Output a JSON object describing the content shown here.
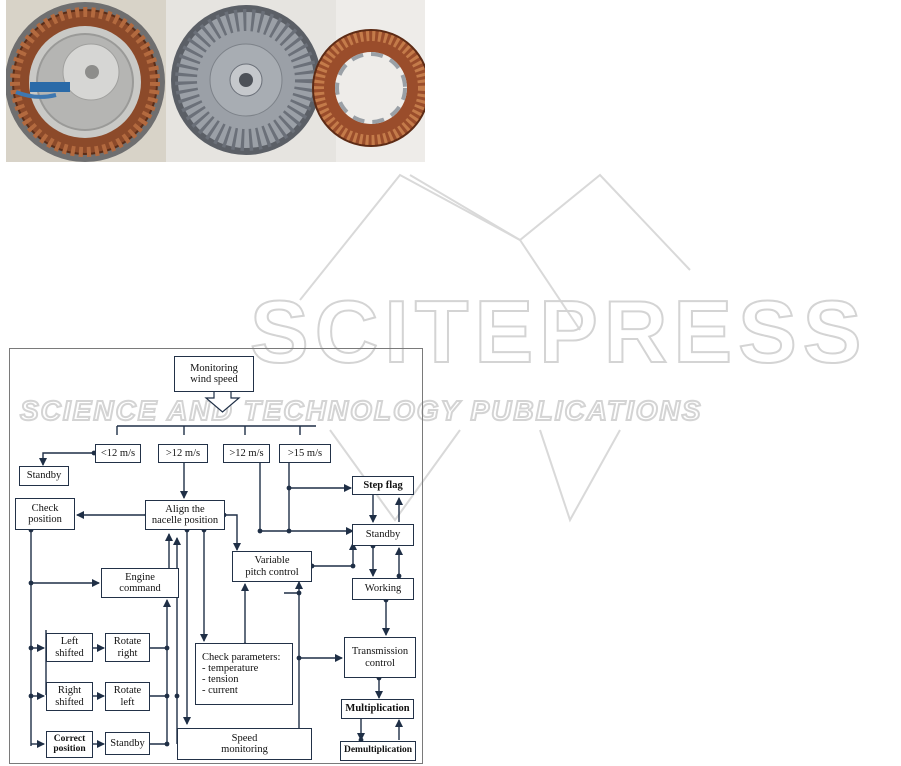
{
  "colors": {
    "copper": "#8a4a2c",
    "steel": "#7d8289",
    "line": "#1f2f46",
    "watermark": "#d4d4d4"
  },
  "watermark": {
    "title": "SCITEPRESS",
    "subtitle": "SCIENCE AND TECHNOLOGY PUBLICATIONS"
  },
  "flowchart": {
    "monitoring": "Monitoring\nwind speed",
    "cond_lt12": "<12 m/s",
    "cond_gt12a": ">12 m/s",
    "cond_gt12b": ">12 m/s",
    "cond_gt15": ">15 m/s",
    "standby_top": "Standby",
    "check_position": "Check\nposition",
    "align_nacelle": "Align the\nnacelle position",
    "step_flag": "Step flag",
    "standby_right": "Standby",
    "variable_pitch": "Variable\npitch control",
    "engine_command": "Engine\ncommand",
    "working": "Working",
    "left_shifted": "Left\nshifted",
    "rotate_right": "Rotate\nright",
    "check_parameters": "Check parameters:\n - temperature\n - tension\n - current",
    "transmission": "Transmission\ncontrol",
    "right_shifted": "Right\nshifted",
    "rotate_left": "Rotate\nleft",
    "multiplication": "Multiplication",
    "correct_position": "Correct\nposition",
    "standby_bottom": "Standby",
    "speed_monitoring": "Speed\nmonitoring",
    "demultiplication": "Demultiplication"
  }
}
